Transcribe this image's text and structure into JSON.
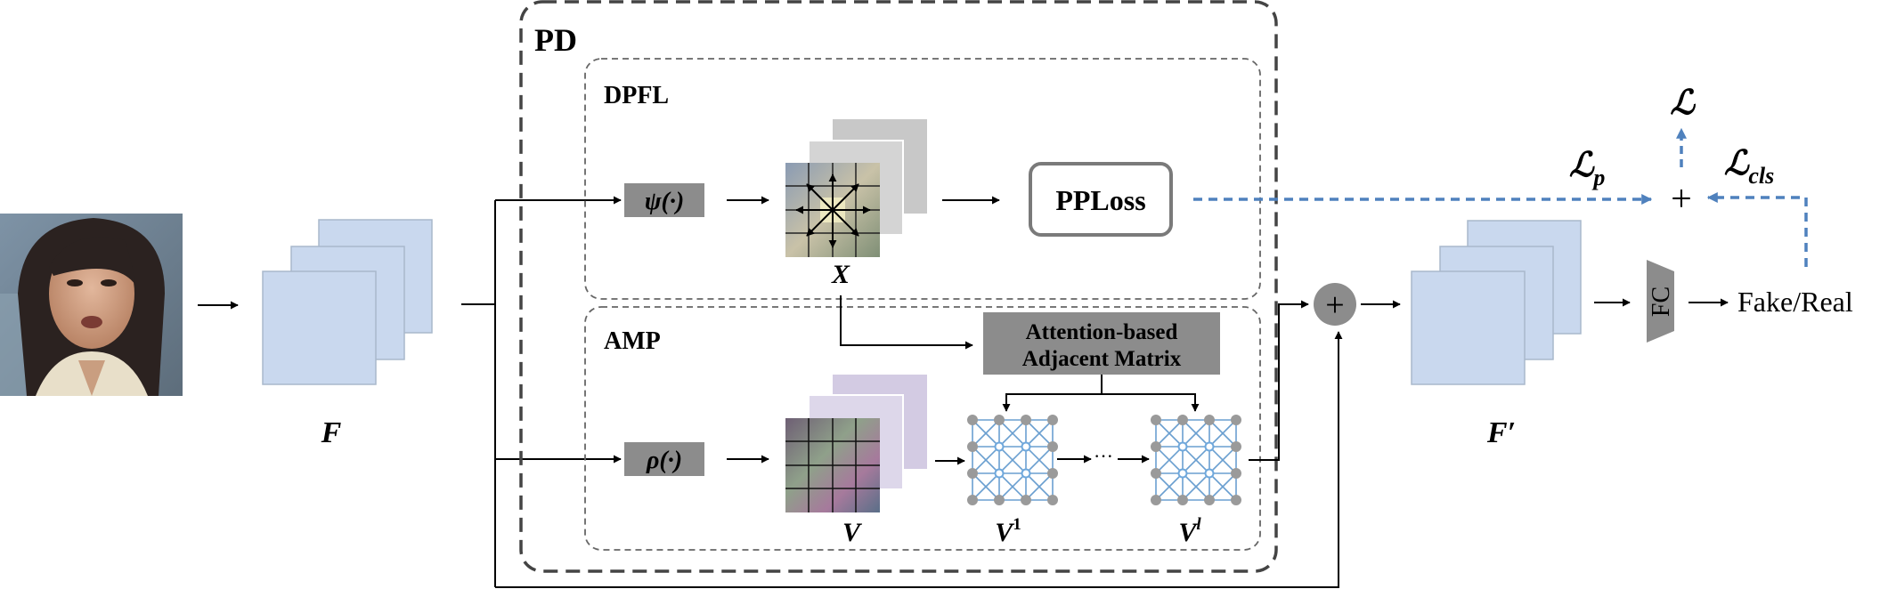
{
  "modules": {
    "pd": "PD",
    "dpfl": "DPFL",
    "amp": "AMP"
  },
  "operators": {
    "psi": "ψ(·)",
    "rho": "ρ(·)"
  },
  "boxes": {
    "pploss": "PPLoss",
    "attention_line1": "Attention-based",
    "attention_line2": "Adjacent Matrix",
    "fc": "FC"
  },
  "labels": {
    "f": "F",
    "f_prime": "F′",
    "x": "X",
    "v": "V",
    "v1_base": "V",
    "v1_sup": "1",
    "vl_base": "V",
    "vl_sup": "l",
    "loss_total": "ℒ",
    "loss_p_base": "ℒ",
    "loss_p_sub": "p",
    "loss_cls_base": "ℒ",
    "loss_cls_sub": "cls",
    "plus": "+",
    "circle_plus": "+",
    "output": "Fake/Real",
    "ellipsis": "···"
  },
  "colors": {
    "feature_fill": "#c9d8ee",
    "feature_stroke": "#a9b8cc",
    "gray_box": "#8c8c8c",
    "dashed_blue": "#4f81bd",
    "graph_edge": "#6a9fd0",
    "graph_node_gray": "#9a9a9a",
    "graph_node_blue": "#6fa8dc",
    "dpfl_layer": "#c8c8c8",
    "amp_layer": "#d3cbe3"
  }
}
